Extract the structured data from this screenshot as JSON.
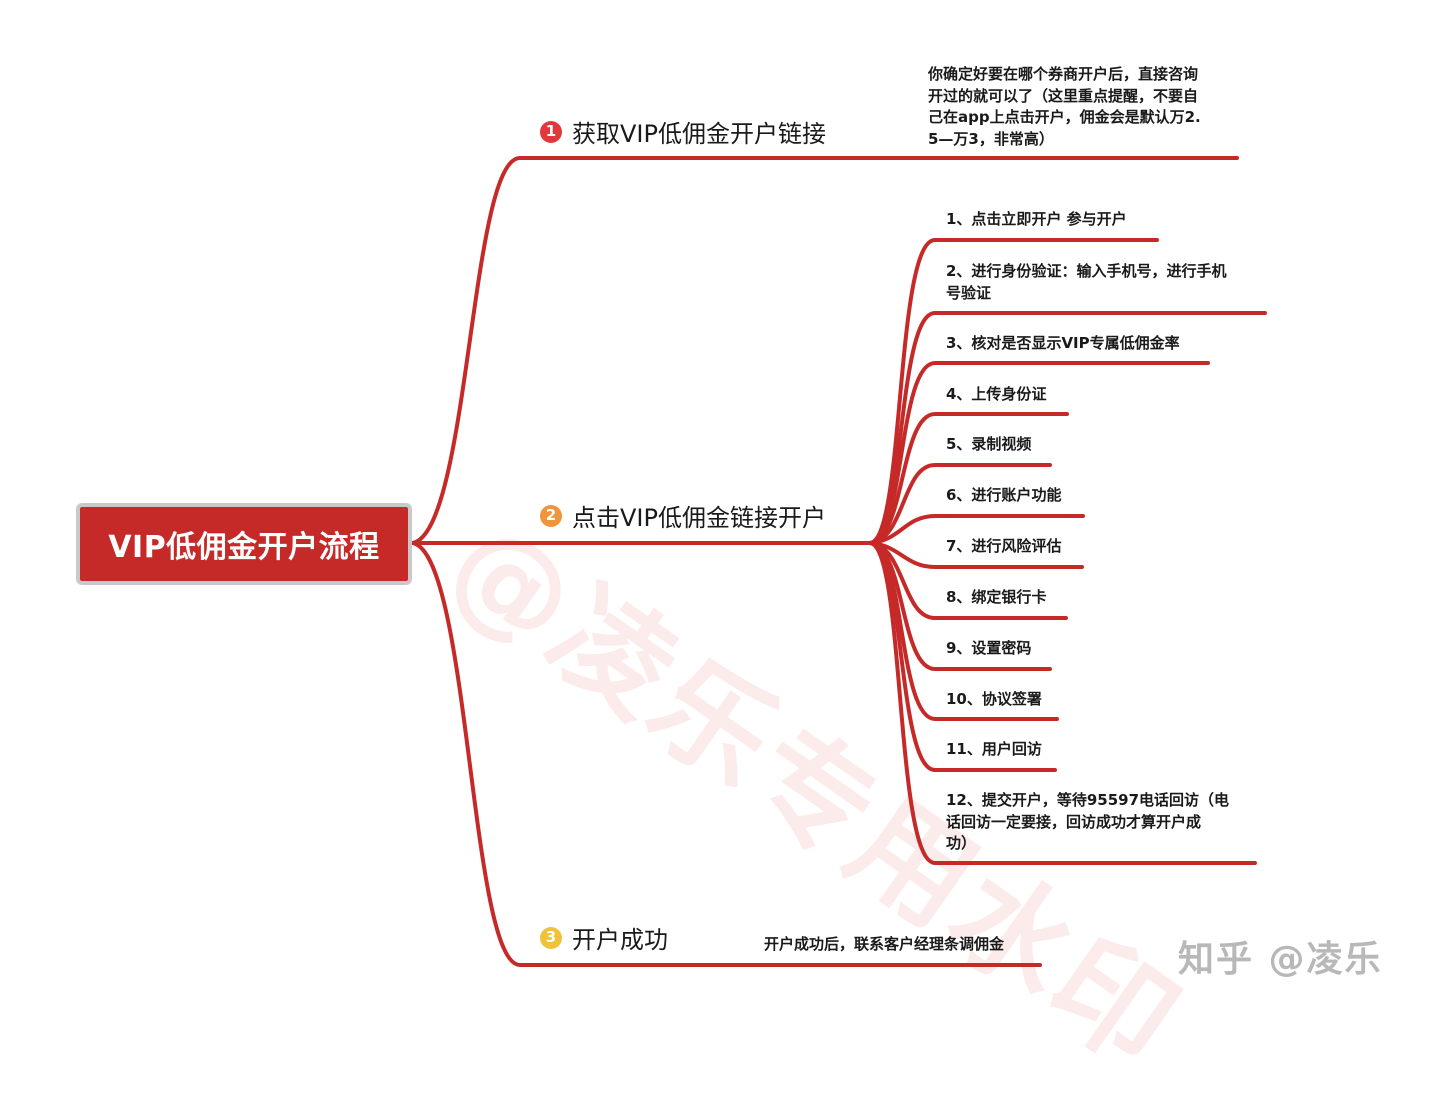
{
  "root": {
    "label": "VIP低佣金开户流程",
    "fill": "#c62a28",
    "border": "#c9c9c9"
  },
  "line_color": "#c62a28",
  "branches": [
    {
      "number": "1",
      "badge_color": "#e0383b",
      "label": "获取VIP低佣金开户链接",
      "note": "你确定好要在哪个券商开户后，直接咨询开过的就可以了（这里重点提醒，不要自己在app上点击开户，佣金会是默认万2.5—万3，非常高）",
      "note_lines": [
        "你确定好要在哪个券商开户后，直接咨询",
        "开过的就可以了（这里重点提醒，不要自",
        "己在app上点击开户，佣金会是默认万2.",
        "5—万3，非常高）"
      ]
    },
    {
      "number": "2",
      "badge_color": "#f0953a",
      "label": "点击VIP低佣金链接开户",
      "steps": [
        {
          "lines": [
            "1、点击立即开户   参与开户"
          ]
        },
        {
          "lines": [
            "2、进行身份验证：输入手机号，进行手机",
            "号验证"
          ]
        },
        {
          "lines": [
            "3、核对是否显示VIP专属低佣金率"
          ]
        },
        {
          "lines": [
            "4、上传身份证"
          ]
        },
        {
          "lines": [
            "5、录制视频"
          ]
        },
        {
          "lines": [
            "6、进行账户功能"
          ]
        },
        {
          "lines": [
            "7、进行风险评估"
          ]
        },
        {
          "lines": [
            "8、绑定银行卡"
          ]
        },
        {
          "lines": [
            "9、设置密码"
          ]
        },
        {
          "lines": [
            "10、协议签署"
          ]
        },
        {
          "lines": [
            "11、用户回访"
          ]
        },
        {
          "lines": [
            "12、提交开户，等待95597电话回访（电",
            "话回访一定要接，回访成功才算开户成",
            "功）"
          ]
        }
      ]
    },
    {
      "number": "3",
      "badge_color": "#efc23a",
      "label": "开户成功",
      "note": "开户成功后，联系客户经理条调佣金",
      "note_lines": [
        "开户成功后，联系客户经理条调佣金"
      ]
    }
  ],
  "watermark": "@凌乐专用水印",
  "brand": "知乎 @凌乐"
}
